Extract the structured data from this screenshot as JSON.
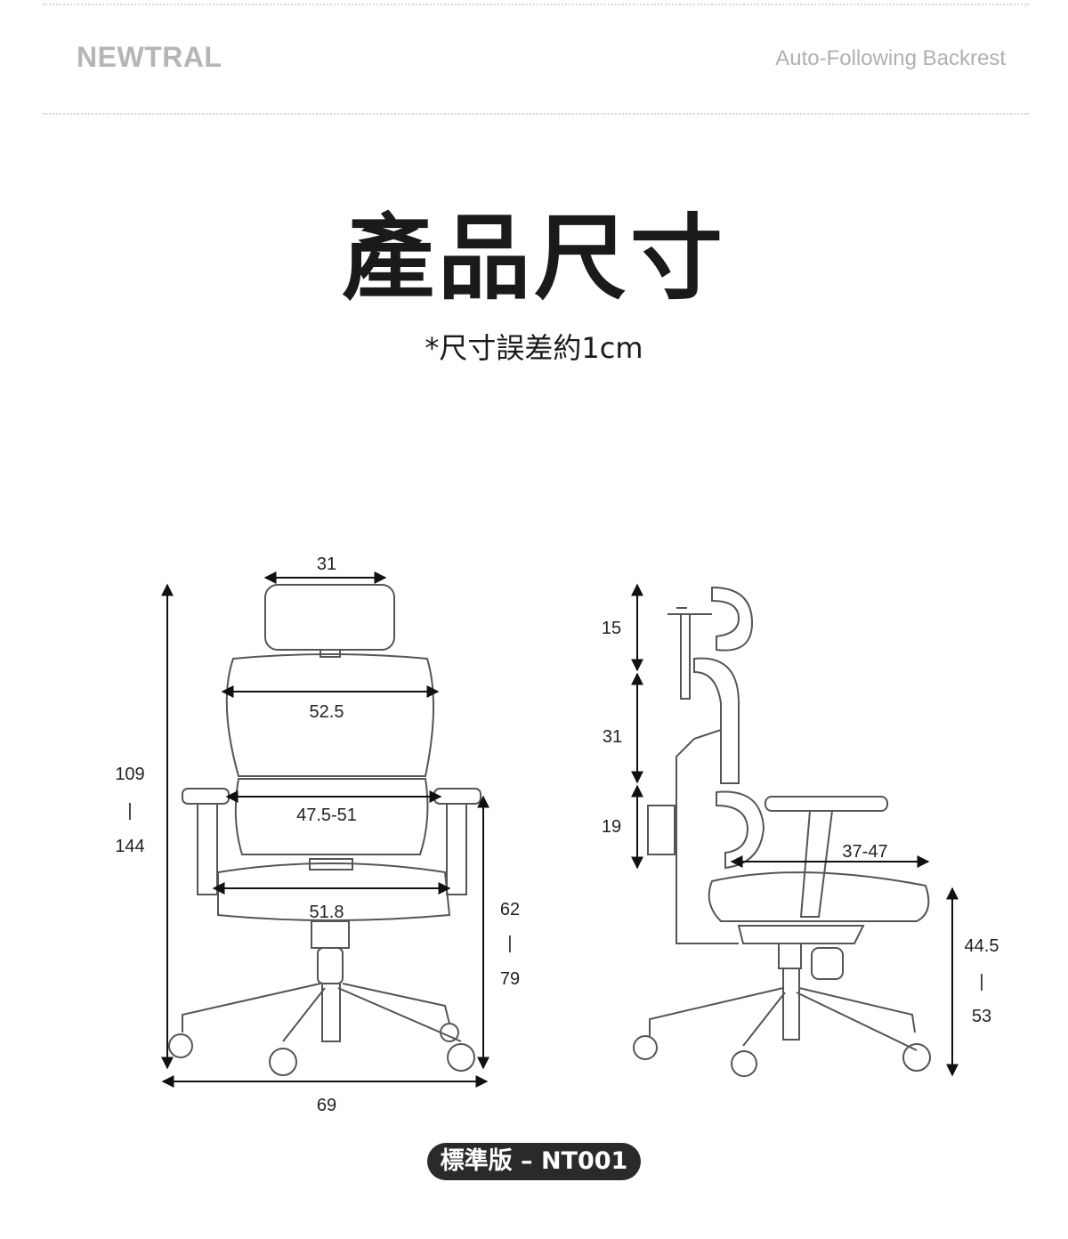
{
  "header": {
    "brand": "NEWTRAL",
    "tagline": "Auto-Following Backrest"
  },
  "title": "產品尺寸",
  "note": "*尺寸誤差約1cm",
  "front_view": {
    "headrest_width": "31",
    "backrest_width": "52.5",
    "armrest_inner_width": "47.5-51",
    "seat_width": "51.8",
    "total_height": [
      "109",
      "|",
      "144"
    ],
    "armrest_height": [
      "62",
      "|",
      "79"
    ],
    "base_width": "69"
  },
  "side_view": {
    "headrest_adjust": "15",
    "backrest_height": "31",
    "lumbar_height": "19",
    "seat_depth": "37-47",
    "seat_height": [
      "44.5",
      "|",
      "53"
    ]
  },
  "model_badge": "標準版 – NT001"
}
